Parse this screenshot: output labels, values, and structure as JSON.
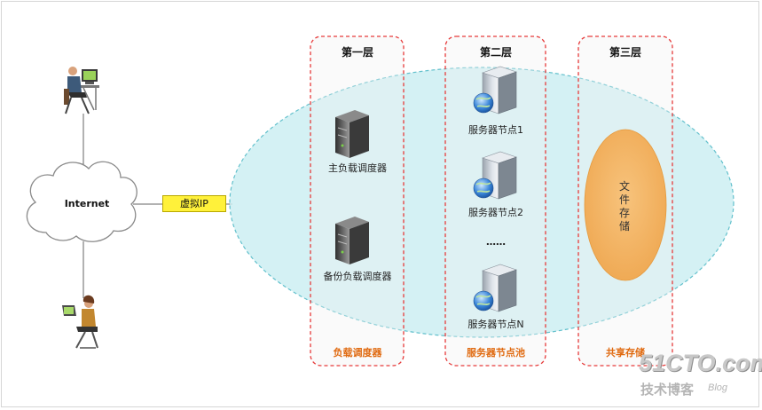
{
  "internet": {
    "label": "Internet"
  },
  "virtual_ip": {
    "label": "虚拟IP"
  },
  "layers": [
    {
      "title": "第一层",
      "footer": "负载调度器"
    },
    {
      "title": "第二层",
      "footer": "服务器节点池"
    },
    {
      "title": "第三层",
      "footer": "共享存储"
    }
  ],
  "layer1_nodes": [
    {
      "label": "主负载调度器"
    },
    {
      "label": "备份负载调度器"
    }
  ],
  "layer2_nodes": [
    {
      "label": "服务器节点1"
    },
    {
      "label": "服务器节点2"
    },
    {
      "label": "服务器节点N"
    }
  ],
  "layer2_ellipsis": "……",
  "storage": {
    "label": "文件存储"
  },
  "watermark": {
    "main": "51CTO.com",
    "sub": "技术博客",
    "blog": "Blog"
  },
  "colors": {
    "layer_border": "#e63a3a",
    "ellipse_fill": "#cdeff2",
    "ellipse_border": "#62c0cc",
    "storage_fill": "#f4b766",
    "footer_text": "#e06a10",
    "vip_fill": "#fff13a"
  }
}
